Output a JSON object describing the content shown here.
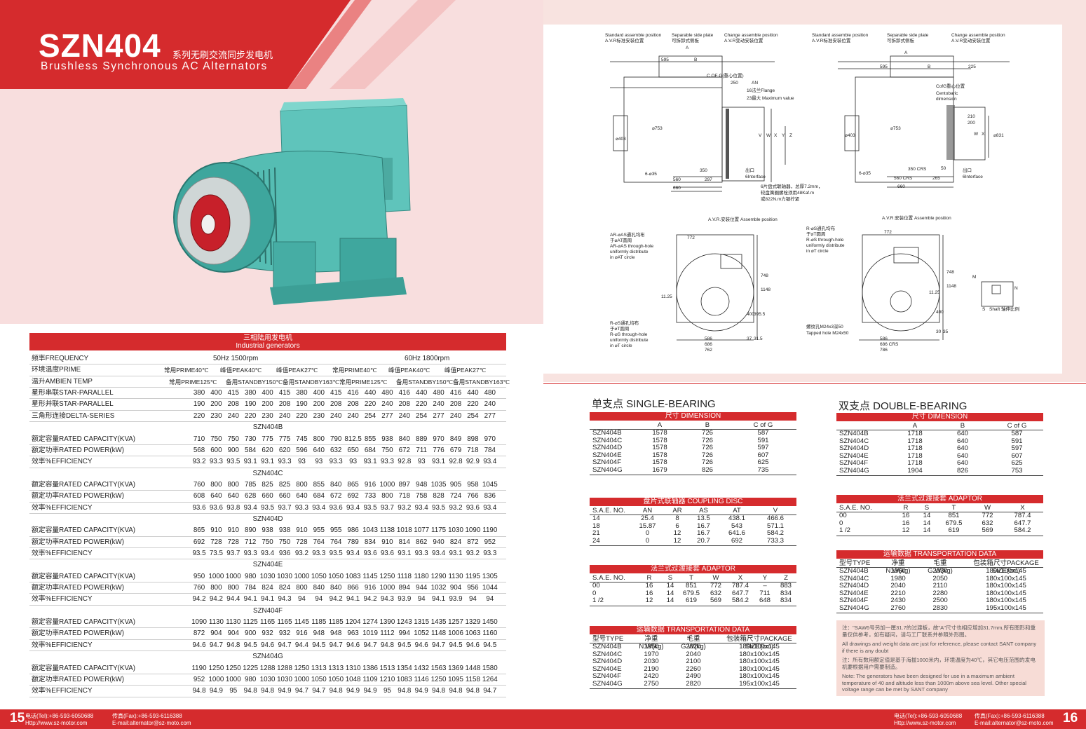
{
  "header": {
    "model": "SZN404",
    "subtitle_cn": "系列无刷交流同步发电机",
    "subtitle_en": "Brushless Synchronous AC Alternators"
  },
  "drawings": {
    "standard_pos": "Standard assemble position",
    "avr_std": "A.V.R标准安装位置",
    "separable": "Separable side plate",
    "separable_cn": "可拆卸式侧板",
    "change_pos": "Change assemble position",
    "avr_change": "A.V.R变动安装位置",
    "dim_a": "A",
    "dim_b": "B",
    "dim_595": "595",
    "dim_250": "250",
    "dim_an": "AN",
    "dim_225": "225",
    "cofg": "C OF G(重心位置)",
    "flange16": "16法兰Flange",
    "max23": "23最大 Maximum value",
    "cofg2": "CofG重心位置",
    "centobaric": "Centobaric",
    "dimension": "dimension",
    "phi403": "⌀403",
    "phi753": "⌀753",
    "phi831": "⌀831",
    "v": "V",
    "w": "W",
    "x": "X",
    "y": "Y",
    "z": "Z",
    "d210": "210",
    "d200": "200",
    "m35": "6-⌀35",
    "d350": "350",
    "d560": "560",
    "d297": "297",
    "d660": "660",
    "d350crs": "350 CRS",
    "d560crs": "560 CRS",
    "d265": "265",
    "d50": "50",
    "outlet": "出口",
    "interface": "6Interface",
    "coupling_note1": "6片盘式联轴器，总厚7.2mm，",
    "coupling_note2": "较盘簧圈螺栓须用48Kaf.m",
    "coupling_note3": "或822N.m力锯拧紧",
    "avr_assemble": "A.V.R.安装位置 Assemble position",
    "d772": "772",
    "ar_cn": "AR-⌀AS通孔均布",
    "ar_cn2": "于⌀AT圆周",
    "ar_en": "AR-⌀AS through-hole",
    "ar_en2": "uniformly distribute",
    "ar_en3": "in ⌀AT circle",
    "r_cn": "R-⌀S通孔均布",
    "r_cn2": "于⌀T圆周",
    "r_en": "R-⌀S through-hole",
    "r_en2": "uniformly distribute",
    "r_en3": "in ⌀T circle",
    "d748": "748",
    "d1148": "1148",
    "d1125": "11.25",
    "d400": "400",
    "d395": "395.5",
    "d37": "37",
    "d315": "31.5",
    "d586": "586",
    "d686": "686",
    "d762": "762",
    "d686crs": "686 CRS",
    "d786": "786",
    "tapped_cn": "螺纹孔M24x3深50",
    "tapped_en": "Tapped hole M24x50",
    "d30": "30",
    "d35": "35",
    "m_lbl": "M",
    "n_lbl": "N",
    "s_lbl": "S",
    "shaft_scale": "Shaft 轴伸比例"
  },
  "perf_table": {
    "title_cn": "三相陆用发电机",
    "title_en": "Industrial generators",
    "freq_label": "频率FREQUENCY",
    "freq_50": "50Hz  1500rpm",
    "freq_60": "60Hz  1800rpm",
    "ambient_label": "环境温度PRIME",
    "ambient": [
      "常用PRIME40℃",
      "峰值PEAK40℃",
      "峰值PEAK27℃",
      "常用PRIME40℃",
      "峰值PEAK40℃",
      "峰值PEAK27℃"
    ],
    "temp_label": "温升AMBIEN TEMP",
    "temp": [
      "常用PRIME125℃",
      "备用STANDBY150℃",
      "备用STANDBY163℃",
      "常用PRIME125℃",
      "备用STANDBY150℃",
      "备用STANDBY163℃"
    ],
    "conn_rows": [
      {
        "label": "星形串联STAR-PARALLEL",
        "values": [
          "380",
          "400",
          "415",
          "380",
          "400",
          "415",
          "380",
          "400",
          "415",
          "416",
          "440",
          "480",
          "416",
          "440",
          "480",
          "416",
          "440",
          "480"
        ]
      },
      {
        "label": "星形并联STAR-PARALLEL",
        "values": [
          "190",
          "200",
          "208",
          "190",
          "200",
          "208",
          "190",
          "200",
          "208",
          "208",
          "220",
          "240",
          "208",
          "220",
          "240",
          "208",
          "220",
          "240"
        ]
      },
      {
        "label": "三角形连接DELTA-SERIES",
        "values": [
          "220",
          "230",
          "240",
          "220",
          "230",
          "240",
          "220",
          "230",
          "240",
          "240",
          "254",
          "277",
          "240",
          "254",
          "277",
          "240",
          "254",
          "277"
        ]
      }
    ],
    "cap_label": "额定容量RATED CAPACITY(KVA)",
    "pow_label": "额定功率RATED POWER(kW)",
    "eff_label": "效率%EFFICIENCY",
    "models": [
      {
        "name": "SZN404B",
        "cap": [
          "710",
          "750",
          "750",
          "730",
          "775",
          "775",
          "745",
          "800",
          "790",
          "812.5",
          "855",
          "938",
          "840",
          "889",
          "970",
          "849",
          "898",
          "970"
        ],
        "pow": [
          "568",
          "600",
          "900",
          "584",
          "620",
          "620",
          "596",
          "640",
          "632",
          "650",
          "684",
          "750",
          "672",
          "711",
          "776",
          "679",
          "718",
          "784"
        ],
        "eff": [
          "93.2",
          "93.3",
          "93.5",
          "93.1",
          "93.1",
          "93.3",
          "93",
          "93",
          "93.3",
          "93",
          "93.1",
          "93.3",
          "92.8",
          "93",
          "93.1",
          "92.8",
          "92.9",
          "93.4"
        ]
      },
      {
        "name": "SZN404C",
        "cap": [
          "760",
          "800",
          "800",
          "785",
          "825",
          "825",
          "800",
          "855",
          "840",
          "865",
          "916",
          "1000",
          "897",
          "948",
          "1035",
          "905",
          "958",
          "1045"
        ],
        "pow": [
          "608",
          "640",
          "640",
          "628",
          "660",
          "660",
          "640",
          "684",
          "672",
          "692",
          "733",
          "800",
          "718",
          "758",
          "828",
          "724",
          "766",
          "836"
        ],
        "eff": [
          "93.6",
          "93.6",
          "93.8",
          "93.4",
          "93.5",
          "93.7",
          "93.3",
          "93.4",
          "93.6",
          "93.4",
          "93.5",
          "93.7",
          "93.2",
          "93.4",
          "93.5",
          "93.2",
          "93.6",
          "93.4"
        ]
      },
      {
        "name": "SZN404D",
        "cap": [
          "865",
          "910",
          "910",
          "890",
          "938",
          "938",
          "910",
          "955",
          "955",
          "986",
          "1043",
          "1138",
          "1018",
          "1077",
          "1175",
          "1030",
          "1090",
          "1190"
        ],
        "pow": [
          "692",
          "728",
          "728",
          "712",
          "750",
          "750",
          "728",
          "764",
          "764",
          "789",
          "834",
          "910",
          "814",
          "862",
          "940",
          "824",
          "872",
          "952"
        ],
        "eff": [
          "93.5",
          "73.5",
          "93.7",
          "93.3",
          "93.4",
          "936",
          "93.2",
          "93.3",
          "93.5",
          "93.4",
          "93.6",
          "93.6",
          "93.1",
          "93.3",
          "93.4",
          "93.1",
          "93.2",
          "93.3"
        ]
      },
      {
        "name": "SZN404E",
        "cap": [
          "950",
          "1000",
          "1000",
          "980",
          "1030",
          "1030",
          "1000",
          "1050",
          "1050",
          "1083",
          "1145",
          "1250",
          "1118",
          "1180",
          "1290",
          "1130",
          "1195",
          "1305"
        ],
        "pow": [
          "760",
          "800",
          "800",
          "784",
          "824",
          "824",
          "800",
          "840",
          "840",
          "866",
          "916",
          "1000",
          "894",
          "944",
          "1032",
          "904",
          "956",
          "1044"
        ],
        "eff": [
          "94.2",
          "94.2",
          "94.4",
          "94.1",
          "94.1",
          "94.3",
          "94",
          "94",
          "94.2",
          "94.1",
          "94.2",
          "94.3",
          "93.9",
          "94",
          "94.1",
          "93.9",
          "94",
          "94"
        ]
      },
      {
        "name": "SZN404F",
        "cap": [
          "1090",
          "1130",
          "1130",
          "1125",
          "1165",
          "1165",
          "1145",
          "1185",
          "1185",
          "1204",
          "1274",
          "1390",
          "1243",
          "1315",
          "1435",
          "1257",
          "1329",
          "1450"
        ],
        "pow": [
          "872",
          "904",
          "904",
          "900",
          "932",
          "932",
          "916",
          "948",
          "948",
          "963",
          "1019",
          "1112",
          "994",
          "1052",
          "1148",
          "1006",
          "1063",
          "1160"
        ],
        "eff": [
          "94.6",
          "94.7",
          "94.8",
          "94.5",
          "94.6",
          "94.7",
          "94.4",
          "94.5",
          "94.7",
          "94.6",
          "94.7",
          "94.8",
          "94.5",
          "94.6",
          "94.7",
          "94.5",
          "94.6",
          "94.5"
        ]
      },
      {
        "name": "SZN404G",
        "cap": [
          "1190",
          "1250",
          "1250",
          "1225",
          "1288",
          "1288",
          "1250",
          "1313",
          "1313",
          "1310",
          "1386",
          "1513",
          "1354",
          "1432",
          "1563",
          "1369",
          "1448",
          "1580"
        ],
        "pow": [
          "952",
          "1000",
          "1000",
          "980",
          "1030",
          "1030",
          "1000",
          "1050",
          "1050",
          "1048",
          "1109",
          "1210",
          "1083",
          "1146",
          "1250",
          "1095",
          "1158",
          "1264"
        ],
        "eff": [
          "94.8",
          "94.9",
          "95",
          "94.8",
          "94.8",
          "94.9",
          "94.7",
          "94.7",
          "94.8",
          "94.9",
          "94.9",
          "95",
          "94.8",
          "94.9",
          "94.8",
          "94.8",
          "94.8",
          "94.7"
        ]
      }
    ]
  },
  "single": {
    "title": "单支点 SINGLE-BEARING",
    "dim_title": "尺寸 DIMENSION",
    "dim_head": [
      "A",
      "B",
      "C of G"
    ],
    "dims": [
      [
        "SZN404B",
        "1578",
        "726",
        "587"
      ],
      [
        "SZN404C",
        "1578",
        "726",
        "591"
      ],
      [
        "SZN404D",
        "1578",
        "726",
        "597"
      ],
      [
        "SZN404E",
        "1578",
        "726",
        "607"
      ],
      [
        "SZN404F",
        "1578",
        "726",
        "625"
      ],
      [
        "SZN404G",
        "1679",
        "826",
        "735"
      ]
    ],
    "disc_title": "盘片式联轴器 COUPLING DISC",
    "disc_head": [
      "S.A.E. NO.",
      "AN",
      "AR",
      "AS",
      "AT",
      "V"
    ],
    "disc": [
      [
        "14",
        "25.4",
        "8",
        "13.5",
        "438.1",
        "466.6"
      ],
      [
        "18",
        "15.87",
        "6",
        "16.7",
        "543",
        "571.1"
      ],
      [
        "21",
        "0",
        "12",
        "16.7",
        "641.6",
        "584.2"
      ],
      [
        "24",
        "0",
        "12",
        "20.7",
        "692",
        "733.3"
      ]
    ],
    "adp_title": "法兰式过渡接套 ADAPTOR",
    "adp_head": [
      "S.A.E. NO.",
      "R",
      "S",
      "T",
      "W",
      "X",
      "Y",
      "Z"
    ],
    "adp": [
      [
        "00",
        "16",
        "14",
        "851",
        "772",
        "787.4",
        "–",
        "883"
      ],
      [
        "0",
        "16",
        "14",
        "679.5",
        "632",
        "647.7",
        "711",
        "834"
      ],
      [
        "1 /2",
        "12",
        "14",
        "619",
        "569",
        "584.2",
        "648",
        "834"
      ]
    ],
    "tr_title": "运输数据 TRANSPORTATION DATA",
    "tr_head": [
      "型号TYPE",
      "净重N.W(kg)",
      "毛重G.W(kg)",
      "包装箱尺寸PACKAGE SIZE(cm)"
    ],
    "tr": [
      [
        "SZN404B",
        "1950",
        "2020",
        "180x100x145"
      ],
      [
        "SZN404C",
        "1970",
        "2040",
        "180x100x145"
      ],
      [
        "SZN404D",
        "2030",
        "2100",
        "180x100x145"
      ],
      [
        "SZN404E",
        "2190",
        "2260",
        "180x100x145"
      ],
      [
        "SZN404F",
        "2420",
        "2490",
        "180x100x145"
      ],
      [
        "SZN404G",
        "2750",
        "2820",
        "195x100x145"
      ]
    ]
  },
  "double": {
    "title": "双支点 DOUBLE-BEARING",
    "dim_title": "尺寸 DIMENSION",
    "dim_head": [
      "A",
      "B",
      "C of G"
    ],
    "dims": [
      [
        "SZN404B",
        "1718",
        "640",
        "587"
      ],
      [
        "SZN404C",
        "1718",
        "640",
        "591"
      ],
      [
        "SZN404D",
        "1718",
        "640",
        "597"
      ],
      [
        "SZN404E",
        "1718",
        "640",
        "607"
      ],
      [
        "SZN404F",
        "1718",
        "640",
        "625"
      ],
      [
        "SZN404G",
        "1904",
        "826",
        "753"
      ]
    ],
    "adp_title": "法兰式过渡接套 ADAPTOR",
    "adp_head": [
      "S.A.E. NO.",
      "R",
      "S",
      "T",
      "W",
      "X"
    ],
    "adp": [
      [
        "00",
        "16",
        "14",
        "851",
        "772",
        "787.4"
      ],
      [
        "0",
        "16",
        "14",
        "679.5",
        "632",
        "647.7"
      ],
      [
        "1 /2",
        "12",
        "14",
        "619",
        "569",
        "584.2"
      ]
    ],
    "tr_title": "运输数据 TRANSPORTATION DATA",
    "tr_head": [
      "型号TYPE",
      "净重N.W(kg)",
      "毛重G.W(kg)",
      "包装箱尺寸PACKAGE SIZE(cm)"
    ],
    "tr": [
      [
        "SZN404B",
        "1960",
        "2030",
        "180x100x145"
      ],
      [
        "SZN404C",
        "1980",
        "2050",
        "180x100x145"
      ],
      [
        "SZN404D",
        "2040",
        "2110",
        "180x100x145"
      ],
      [
        "SZN404E",
        "2210",
        "2280",
        "180x100x145"
      ],
      [
        "SZN404F",
        "2430",
        "2500",
        "180x100x145"
      ],
      [
        "SZN404G",
        "2760",
        "2830",
        "195x100x145"
      ]
    ],
    "notes": [
      "注：\"SAW6号另加一厘31.7的过渡板，故\"A\"尺寸也相应增加31.7mm,所有图形和重量仅供参考，如有疑问，请与工厂联系并参照外形图。",
      "All drawings and weight data are just for reference, please contact SANT company if there is any doubt",
      "注：所有数用额定值是基于海拔1000米内，环境温度为40℃，其它电压范围的发电机要根据用户需要制造。",
      "Note: The generators have been designed for use in a maximum ambient temperature of 40    and altitude less than 1000m above sea level. Other special voltage range can be met by SANT company"
    ]
  },
  "footer": {
    "page_left": "15",
    "page_right": "16",
    "tel": "电话(Tel):+86-593-6050688",
    "fax": "传真(Fax):+86-593-6116388",
    "web": "Http://www.sz-motor.com",
    "mail": "E-mail:alternator@sz-moto.com"
  },
  "colors": {
    "accent": "#d52b2d",
    "panel": "#f8dede",
    "note": "#f7dcd6",
    "machine": "#5bc0b8"
  }
}
